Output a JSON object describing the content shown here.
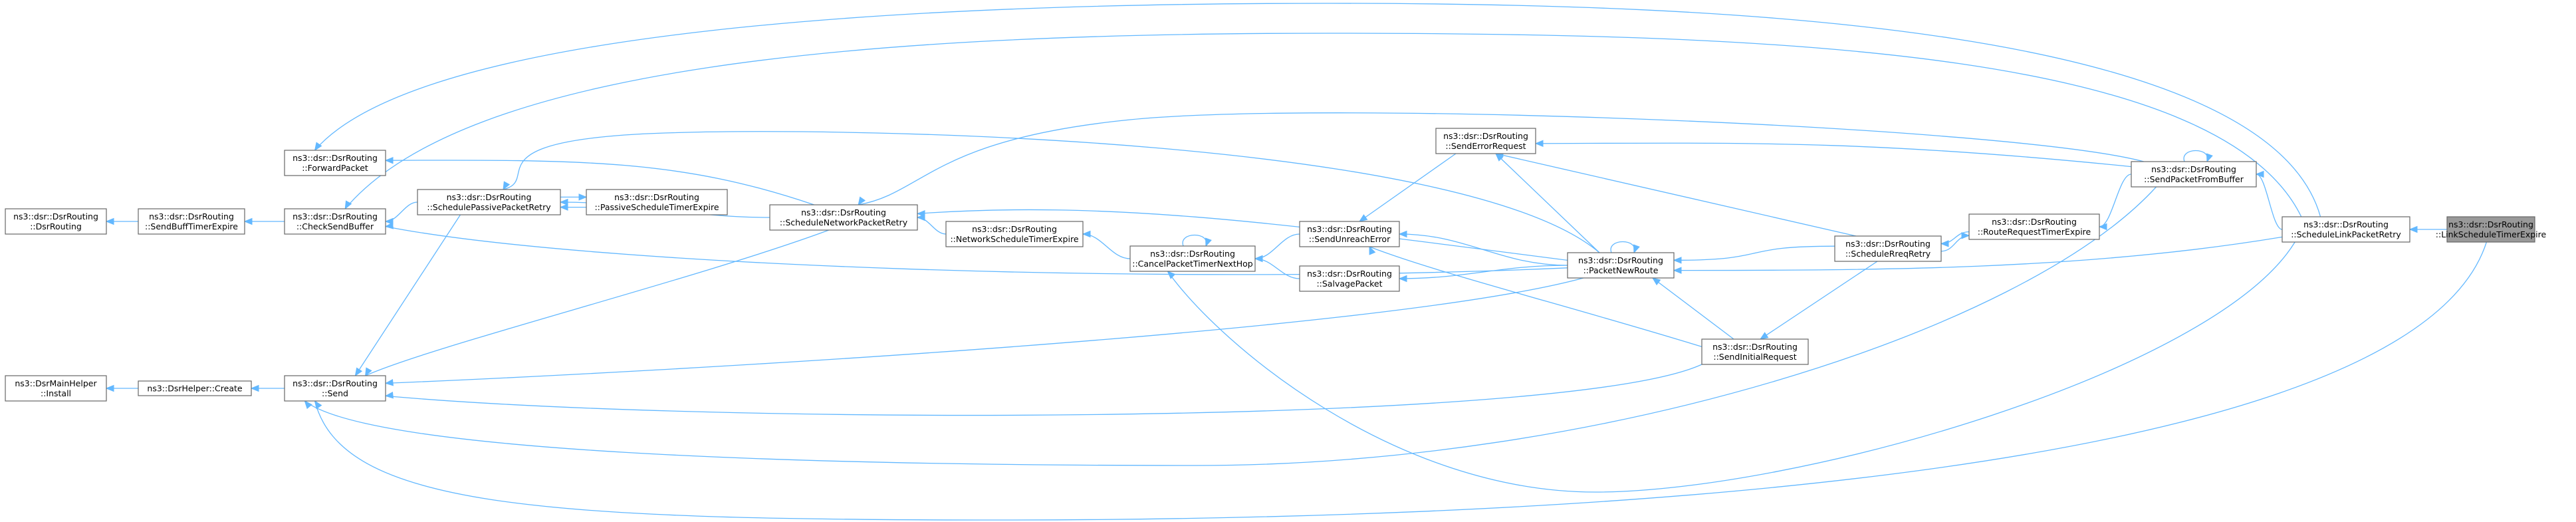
{
  "graph": {
    "nodes": [
      {
        "id": "n_linkschedule",
        "name": "node-link-schedule-timer-expire",
        "highlight": true,
        "lines": [
          "ns3::dsr::DsrRouting",
          "::LinkScheduleTimerExpire"
        ]
      },
      {
        "id": "n_schedulelink",
        "name": "node-schedule-link-packet-retry",
        "lines": [
          "ns3::dsr::DsrRouting",
          "::ScheduleLinkPacketRetry"
        ]
      },
      {
        "id": "n_sendpacketfrombuffer",
        "name": "node-send-packet-from-buffer",
        "lines": [
          "ns3::dsr::DsrRouting",
          "::SendPacketFromBuffer"
        ]
      },
      {
        "id": "n_routerequesttimer",
        "name": "node-route-request-timer-expire",
        "lines": [
          "ns3::dsr::DsrRouting",
          "::RouteRequestTimerExpire"
        ]
      },
      {
        "id": "n_schedulerreqretry",
        "name": "node-schedule-rreq-retry",
        "lines": [
          "ns3::dsr::DsrRouting",
          "::ScheduleRreqRetry"
        ]
      },
      {
        "id": "n_sendinitialrequest",
        "name": "node-send-initial-request",
        "lines": [
          "ns3::dsr::DsrRouting",
          "::SendInitialRequest"
        ]
      },
      {
        "id": "n_packetnewroute",
        "name": "node-packet-new-route",
        "lines": [
          "ns3::dsr::DsrRouting",
          "::PacketNewRoute"
        ]
      },
      {
        "id": "n_senderrorrequest",
        "name": "node-send-error-request",
        "lines": [
          "ns3::dsr::DsrRouting",
          "::SendErrorRequest"
        ]
      },
      {
        "id": "n_sendunreacherror",
        "name": "node-send-unreach-error",
        "lines": [
          "ns3::dsr::DsrRouting",
          "::SendUnreachError"
        ]
      },
      {
        "id": "n_salvagepacket",
        "name": "node-salvage-packet",
        "lines": [
          "ns3::dsr::DsrRouting",
          "::SalvagePacket"
        ]
      },
      {
        "id": "n_cancelpackettimer",
        "name": "node-cancel-packet-timer-next-hop",
        "lines": [
          "ns3::dsr::DsrRouting",
          "::CancelPacketTimerNextHop"
        ]
      },
      {
        "id": "n_networkscheduletimer",
        "name": "node-network-schedule-timer-expire",
        "lines": [
          "ns3::dsr::DsrRouting",
          "::NetworkScheduleTimerExpire"
        ]
      },
      {
        "id": "n_schedulenetwork",
        "name": "node-schedule-network-packet-retry",
        "lines": [
          "ns3::dsr::DsrRouting",
          "::ScheduleNetworkPacketRetry"
        ]
      },
      {
        "id": "n_passiveschedtimer",
        "name": "node-passive-schedule-timer-expire",
        "lines": [
          "ns3::dsr::DsrRouting",
          "::PassiveScheduleTimerExpire"
        ]
      },
      {
        "id": "n_schedulepassive",
        "name": "node-schedule-passive-packet-retry",
        "lines": [
          "ns3::dsr::DsrRouting",
          "::SchedulePassivePacketRetry"
        ]
      },
      {
        "id": "n_forwardpacket",
        "name": "node-forward-packet",
        "lines": [
          "ns3::dsr::DsrRouting",
          "::ForwardPacket"
        ]
      },
      {
        "id": "n_checksendbuffer",
        "name": "node-check-send-buffer",
        "lines": [
          "ns3::dsr::DsrRouting",
          "::CheckSendBuffer"
        ]
      },
      {
        "id": "n_send",
        "name": "node-send",
        "lines": [
          "ns3::dsr::DsrRouting",
          "::Send"
        ]
      },
      {
        "id": "n_sendbufftimer",
        "name": "node-send-buff-timer-expire",
        "lines": [
          "ns3::dsr::DsrRouting",
          "::SendBuffTimerExpire"
        ]
      },
      {
        "id": "n_dsrrouting",
        "name": "node-dsr-routing-constructor",
        "lines": [
          "ns3::dsr::DsrRouting",
          "::DsrRouting"
        ]
      },
      {
        "id": "n_dsrhelpercreate",
        "name": "node-dsr-helper-create",
        "lines": [
          "ns3::DsrHelper::Create"
        ]
      },
      {
        "id": "n_dsrmainhelper",
        "name": "node-dsr-main-helper-install",
        "lines": [
          "ns3::DsrMainHelper",
          "::Install"
        ]
      }
    ],
    "edges": [
      {
        "from": "n_linkschedule",
        "to": "n_schedulelink"
      },
      {
        "from": "n_linkschedule",
        "to": "n_send"
      },
      {
        "from": "n_schedulelink",
        "to": "n_sendpacketfrombuffer"
      },
      {
        "from": "n_schedulelink",
        "to": "n_packetnewroute"
      },
      {
        "from": "n_schedulelink",
        "to": "n_forwardpacket"
      },
      {
        "from": "n_schedulelink",
        "to": "n_checksendbuffer"
      },
      {
        "from": "n_schedulelink",
        "to": "n_cancelpackettimer"
      },
      {
        "from": "n_sendpacketfrombuffer",
        "to": "n_sendpacketfrombuffer"
      },
      {
        "from": "n_sendpacketfrombuffer",
        "to": "n_routerequesttimer"
      },
      {
        "from": "n_sendpacketfrombuffer",
        "to": "n_senderrorrequest"
      },
      {
        "from": "n_sendpacketfrombuffer",
        "to": "n_schedulenetwork"
      },
      {
        "from": "n_sendpacketfrombuffer",
        "to": "n_send"
      },
      {
        "from": "n_routerequesttimer",
        "to": "n_schedulerreqretry"
      },
      {
        "from": "n_schedulerreqretry",
        "to": "n_routerequesttimer"
      },
      {
        "from": "n_schedulerreqretry",
        "to": "n_senderrorrequest"
      },
      {
        "from": "n_schedulerreqretry",
        "to": "n_packetnewroute"
      },
      {
        "from": "n_schedulerreqretry",
        "to": "n_sendinitialrequest"
      },
      {
        "from": "n_sendinitialrequest",
        "to": "n_packetnewroute"
      },
      {
        "from": "n_sendinitialrequest",
        "to": "n_sendunreacherror"
      },
      {
        "from": "n_sendinitialrequest",
        "to": "n_send"
      },
      {
        "from": "n_packetnewroute",
        "to": "n_packetnewroute"
      },
      {
        "from": "n_packetnewroute",
        "to": "n_senderrorrequest"
      },
      {
        "from": "n_packetnewroute",
        "to": "n_sendunreacherror"
      },
      {
        "from": "n_packetnewroute",
        "to": "n_salvagepacket"
      },
      {
        "from": "n_packetnewroute",
        "to": "n_schedulenetwork"
      },
      {
        "from": "n_packetnewroute",
        "to": "n_schedulepassive"
      },
      {
        "from": "n_packetnewroute",
        "to": "n_checksendbuffer"
      },
      {
        "from": "n_packetnewroute",
        "to": "n_send"
      },
      {
        "from": "n_senderrorrequest",
        "to": "n_sendunreacherror"
      },
      {
        "from": "n_sendunreacherror",
        "to": "n_cancelpackettimer"
      },
      {
        "from": "n_salvagepacket",
        "to": "n_cancelpackettimer"
      },
      {
        "from": "n_cancelpackettimer",
        "to": "n_cancelpackettimer"
      },
      {
        "from": "n_cancelpackettimer",
        "to": "n_networkscheduletimer"
      },
      {
        "from": "n_networkscheduletimer",
        "to": "n_schedulenetwork"
      },
      {
        "from": "n_schedulenetwork",
        "to": "n_schedulepassive"
      },
      {
        "from": "n_schedulenetwork",
        "to": "n_forwardpacket"
      },
      {
        "from": "n_schedulenetwork",
        "to": "n_send"
      },
      {
        "from": "n_passiveschedtimer",
        "to": "n_schedulepassive"
      },
      {
        "from": "n_schedulepassive",
        "to": "n_passiveschedtimer"
      },
      {
        "from": "n_schedulepassive",
        "to": "n_checksendbuffer"
      },
      {
        "from": "n_schedulepassive",
        "to": "n_send"
      },
      {
        "from": "n_checksendbuffer",
        "to": "n_sendbufftimer"
      },
      {
        "from": "n_sendbufftimer",
        "to": "n_dsrrouting"
      },
      {
        "from": "n_send",
        "to": "n_dsrhelpercreate"
      },
      {
        "from": "n_dsrhelpercreate",
        "to": "n_dsrmainhelper"
      }
    ]
  }
}
